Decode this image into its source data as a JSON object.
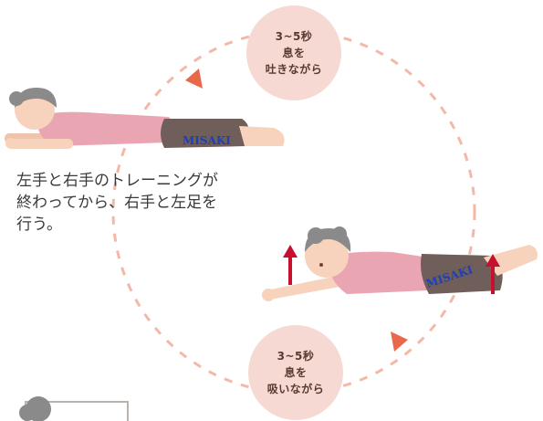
{
  "top_bubble": {
    "line1": "3~5秒",
    "line2": "息を",
    "line3": "吐きながら"
  },
  "bottom_bubble": {
    "line1": "3~5秒",
    "line2": "息を",
    "line3": "吸いながら"
  },
  "caption": {
    "line1": "左手と右手のトレーニングが",
    "line2": "終わってから、右手と左足を",
    "line3": "行う。"
  },
  "watermarks": {
    "mark1": "MISAKI",
    "mark2": "MISAKI"
  },
  "colors": {
    "cycle_dash": "#f2b9a8",
    "arrow": "#e8684a",
    "raise_arrow": "#c8102e",
    "bubble": "#f6d9d2",
    "shirt": "#e9a6b2",
    "pants": "#6f5e5a",
    "skin": "#f7d3bd",
    "hair": "#8a8a8a"
  }
}
